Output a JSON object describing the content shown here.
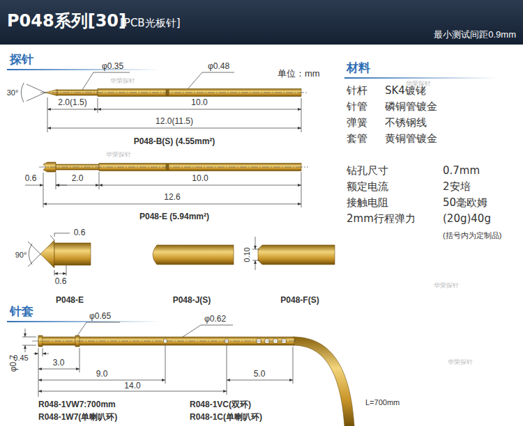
{
  "diagram": {
    "title": "P048系列[30]",
    "labels": [
      "[PCB光板针]",
      "最小测试间距0.9mm",
      "探针",
      "φ0.35",
      "φ0.48",
      "单位：mm",
      "30°",
      "2.0(1.5)",
      "10.0",
      "12.0(11.5)",
      "P048-B(S) (4.55mm²)",
      "0.6",
      "2.0",
      "10.0",
      "12.6",
      "P048-E (5.94mm²)",
      "0.6",
      "90°",
      "0.6",
      "P048-E",
      "P048-J(S)",
      "0.10",
      "P048-F(S)",
      "材料",
      "针杆",
      "SK4镀铑",
      "针管",
      "磷铜管镀金",
      "弹簧",
      "不锈钢线",
      "套管",
      "黄铜管镀金",
      "钻孔尺寸",
      "0.7mm",
      "额定电流",
      "2安培",
      "接触电阻",
      "50毫欧姆",
      "2mm行程弹力",
      "(20g)40g",
      "(括号内为定制品)",
      "针套",
      "φ0.65",
      "φ0.62",
      "0.45",
      "3.0",
      "φ0.7",
      "9.0",
      "14.0",
      "5.0",
      "R048-1VW7:700mm",
      "R048-1W7(单喇叭环)",
      "R048-1VC(双环)",
      "R048-1C(单喇叭环)",
      "L=700mm",
      "华荣探针",
      "华荣探针",
      "华荣探针",
      "华荣探针",
      "华荣探针"
    ]
  }
}
